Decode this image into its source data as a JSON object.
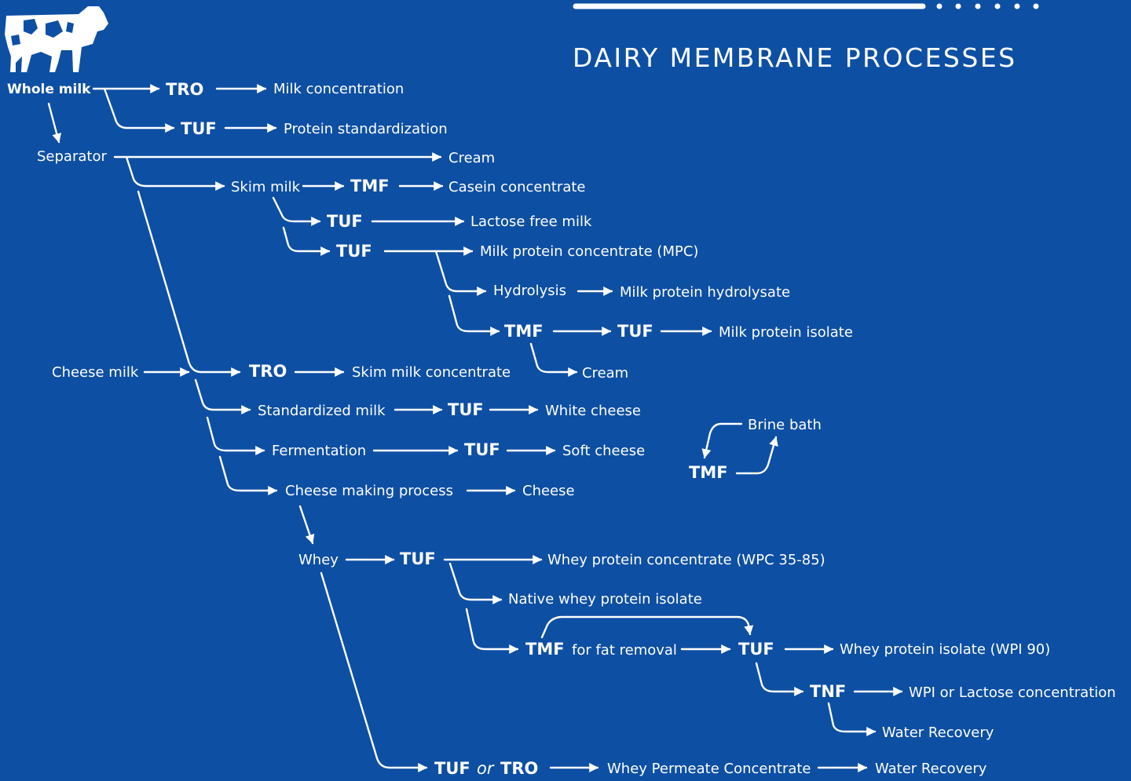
{
  "title": "DAIRY MEMBRANE PROCESSES",
  "colors": {
    "background": "#0d4fa3",
    "foreground": "#ffffff"
  },
  "icons": {
    "logo": "cow-icon"
  },
  "nodes": {
    "whole_milk": "Whole milk",
    "tro_1": "TRO",
    "milk_concentration": "Milk concentration",
    "tuf_1": "TUF",
    "protein_standardization": "Protein standardization",
    "separator": "Separator",
    "cream_1": "Cream",
    "skim_milk": "Skim milk",
    "tmf_1": "TMF",
    "casein_concentrate": "Casein concentrate",
    "tuf_2": "TUF",
    "lactose_free_milk": "Lactose free milk",
    "tuf_3": "TUF",
    "mpc": "Milk protein concentrate (MPC)",
    "hydrolysis": "Hydrolysis",
    "milk_protein_hydrolysate": "Milk protein hydrolysate",
    "tmf_2": "TMF",
    "tuf_4": "TUF",
    "milk_protein_isolate": "Milk protein isolate",
    "cream_2": "Cream",
    "cheese_milk": "Cheese milk",
    "tro_2": "TRO",
    "skim_milk_concentrate": "Skim milk concentrate",
    "standardized_milk": "Standardized milk",
    "tuf_5": "TUF",
    "white_cheese": "White cheese",
    "fermentation": "Fermentation",
    "tuf_6": "TUF",
    "soft_cheese": "Soft cheese",
    "cheese_making_process": "Cheese making process",
    "cheese": "Cheese",
    "brine_bath": "Brine bath",
    "tmf_3": "TMF",
    "whey": "Whey",
    "tuf_7": "TUF",
    "wpc": "Whey protein concentrate (WPC 35-85)",
    "native_whey": "Native whey protein isolate",
    "tmf_4": "TMF",
    "for_fat_removal": "for fat removal",
    "tuf_8": "TUF",
    "wpi": "Whey protein isolate (WPI 90)",
    "tnf": "TNF",
    "wpi_lactose": "WPI or Lactose concentration",
    "water_recovery_1": "Water Recovery",
    "tuf_9": "TUF",
    "or": "or",
    "tro_3": "TRO",
    "whey_permeate": "Whey Permeate Concentrate",
    "water_recovery_2": "Water Recovery"
  }
}
